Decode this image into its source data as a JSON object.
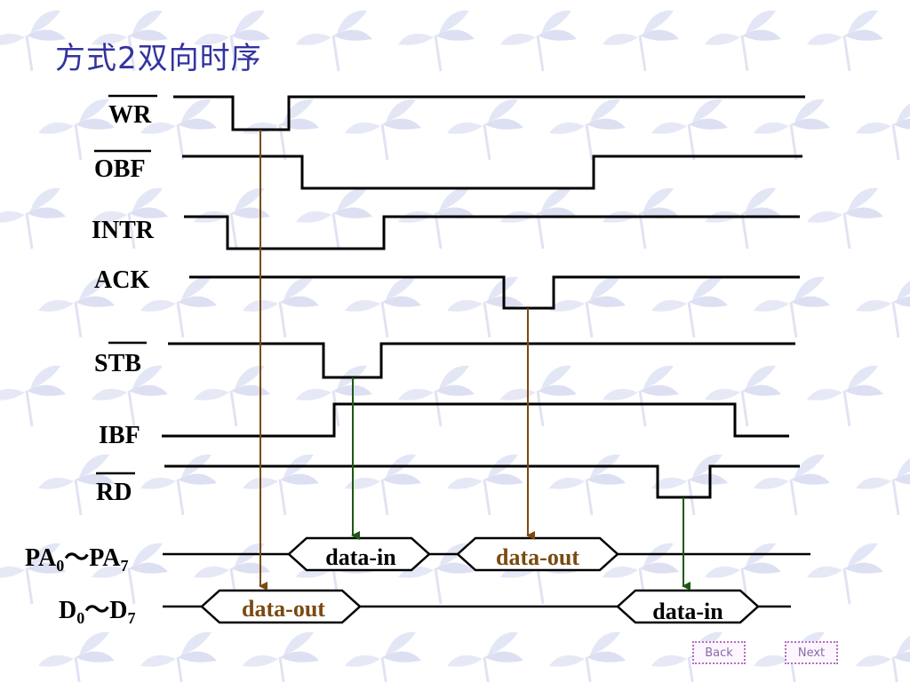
{
  "slide": {
    "title": "方式2双向时序"
  },
  "signals": {
    "wr": "WR",
    "obf": "OBF",
    "intr": "INTR",
    "ack": "ACK",
    "stb": "STB",
    "ibf": "IBF",
    "rd": "RD",
    "pa_bus": {
      "base": "PA",
      "from_sub": "0",
      "sep": "～",
      "to_base": "PA",
      "to_sub": "7"
    },
    "d_bus": {
      "base": "D",
      "from_sub": "0",
      "sep": "～",
      "to_base": "D",
      "to_sub": "7"
    }
  },
  "bus_labels": {
    "pa_in": "data-in",
    "pa_out": "data-out",
    "d_out": "data-out",
    "d_in": "data-in"
  },
  "colors": {
    "title": "#3333a0",
    "wave": "#000000",
    "arrow_brown": "#7a4a10",
    "arrow_green": "#1a5a10",
    "data_out_label": "#7a4a10",
    "data_in_label": "#000000",
    "watermark": "#dde0f2"
  },
  "nav": {
    "back": "Back",
    "next": "Next"
  }
}
